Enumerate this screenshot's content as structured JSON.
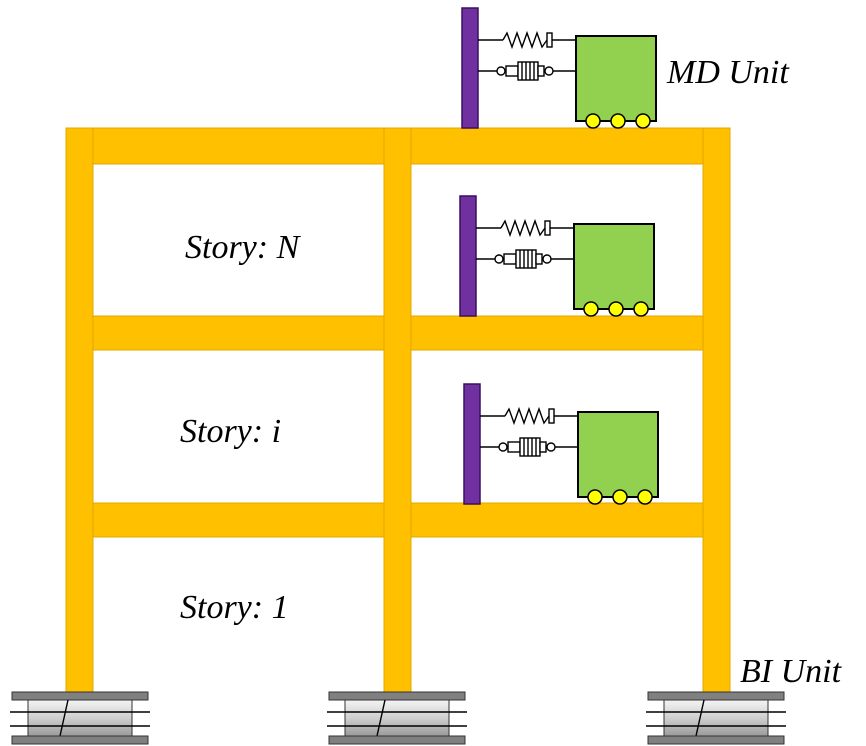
{
  "labels": {
    "story_top": "Story: N",
    "story_mid": "Story: i",
    "story_bottom": "Story: 1",
    "md_unit": "MD Unit",
    "bi_unit": "BI Unit"
  },
  "colors": {
    "frame": "#FFC000",
    "post": "#7030A0",
    "mass": "#92D050",
    "wheel": "#FFFF00",
    "bearing": "#C8C8C8"
  },
  "icons": [
    "spring-icon",
    "damper-icon",
    "wheel-icon",
    "base-isolation-bearing-icon"
  ]
}
